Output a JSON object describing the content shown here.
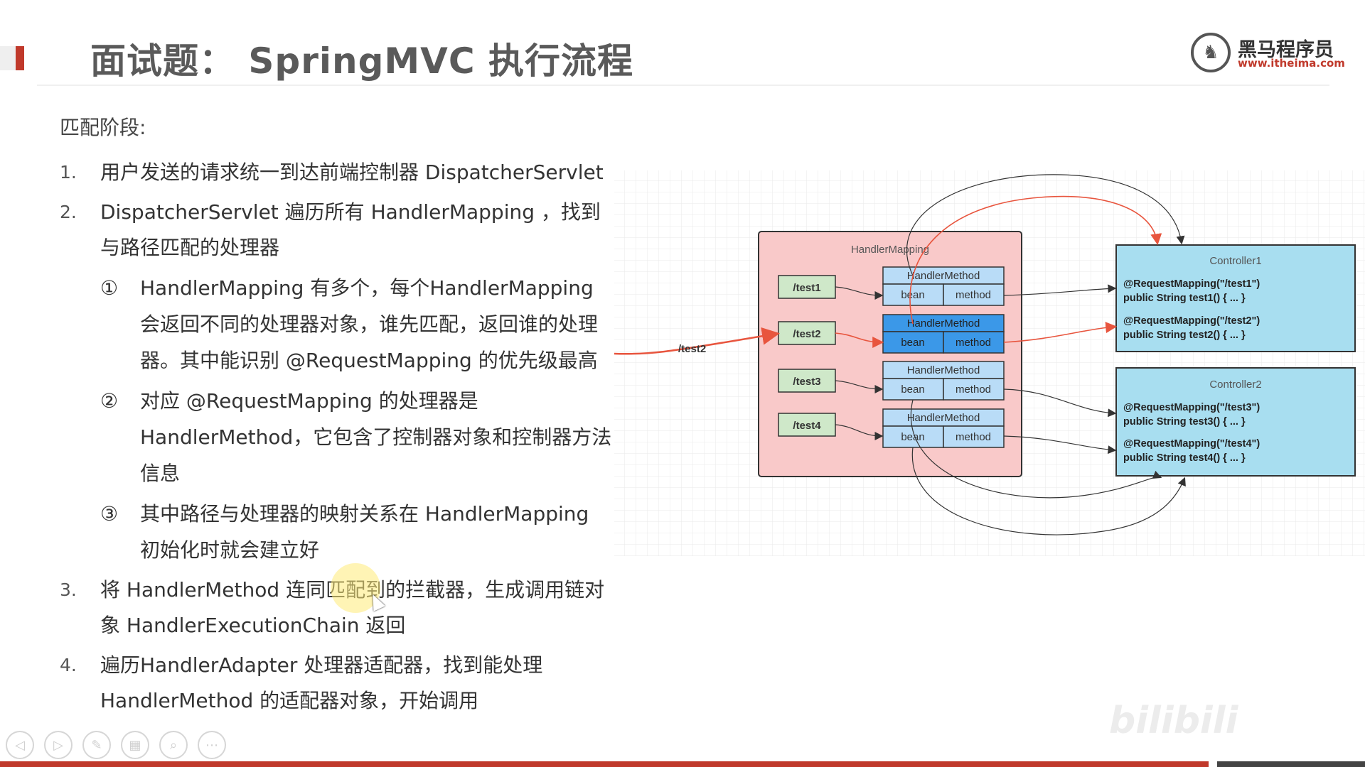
{
  "slide": {
    "title": "面试题： SpringMVC 执行流程",
    "logo_name": "黑马程序员",
    "logo_url": "www.itheima.com",
    "logo_icon": "horse-logo-icon",
    "stage_label": "匹配阶段:",
    "items": [
      {
        "num": "1.",
        "lines": [
          "用户发送的请求统一到达前端控制器 DispatcherServlet"
        ]
      },
      {
        "num": "2.",
        "lines": [
          "DispatcherServlet 遍历所有 HandlerMapping ，找到",
          "与路径匹配的处理器"
        ]
      },
      {
        "num": "3.",
        "lines": [
          "将 HandlerMethod 连同匹配到的拦截器，生成调用链对",
          "象 HandlerExecutionChain 返回"
        ]
      },
      {
        "num": "4.",
        "lines": [
          "遍历HandlerAdapter 处理器适配器，找到能处理",
          "HandlerMethod 的适配器对象，开始调用"
        ]
      }
    ],
    "subitems": [
      {
        "num": "①",
        "lines": [
          "HandlerMapping 有多个，每个HandlerMapping",
          "会返回不同的处理器对象，谁先匹配，返回谁的处理",
          "器。其中能识别 @RequestMapping 的优先级最高"
        ]
      },
      {
        "num": "②",
        "lines": [
          "对应 @RequestMapping 的处理器是",
          "HandlerMethod，它包含了控制器对象和控制器方法",
          "信息"
        ]
      },
      {
        "num": "③",
        "lines": [
          "其中路径与处理器的映射关系在 HandlerMapping",
          "初始化时就会建立好"
        ]
      }
    ]
  },
  "diagram": {
    "handler_mapping_label": "HandlerMapping",
    "request_label": "/test2",
    "paths": [
      "/test1",
      "/test2",
      "/test3",
      "/test4"
    ],
    "handler_method_label": "HandlerMethod",
    "bean_label": "bean",
    "method_label": "method",
    "controller1": {
      "name": "Controller1",
      "lines": [
        "@RequestMapping(\"/test1\")",
        "public String test1() { ... }",
        "@RequestMapping(\"/test2\")",
        "public String test2() { ... }"
      ]
    },
    "controller2": {
      "name": "Controller2",
      "lines": [
        "@RequestMapping(\"/test3\")",
        "public String test3() { ... }",
        "@RequestMapping(\"/test4\")",
        "public String test4() { ... }"
      ]
    },
    "colors": {
      "accent": "#c0392b",
      "arrow_red": "#e8553e",
      "hm_fill": "#f9c9c9",
      "path_fill": "#cfe8c9",
      "method_fill": "#b9dcf7",
      "method_active": "#3b98e8",
      "controller_fill": "#a8def0"
    }
  },
  "watermark": "bilibili",
  "toolbar": [
    "prev-icon",
    "next-icon",
    "pen-icon",
    "grid-icon",
    "zoom-icon",
    "more-icon"
  ]
}
